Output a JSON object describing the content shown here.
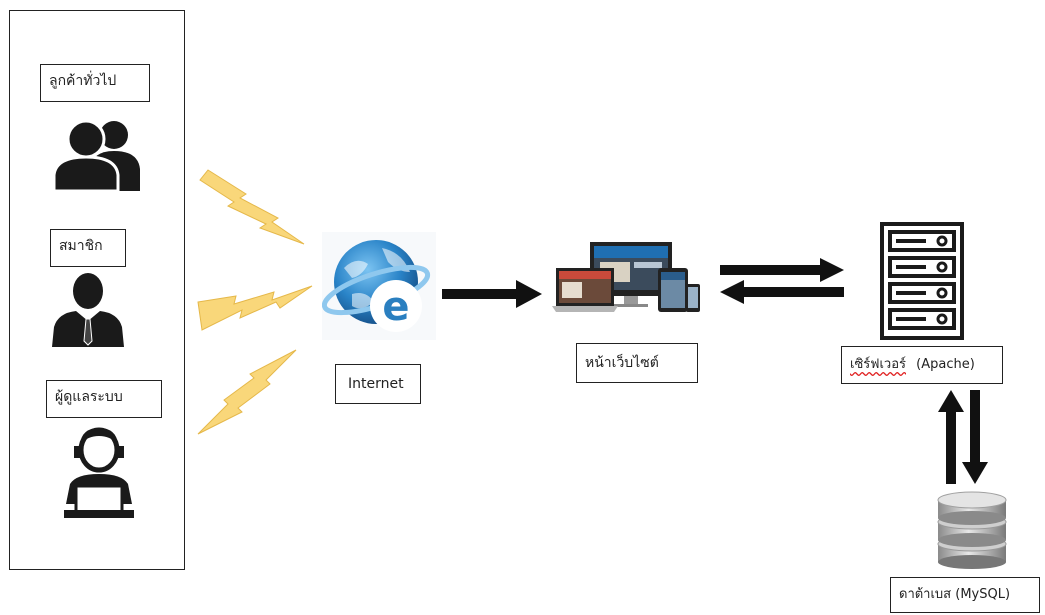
{
  "actors": {
    "customer": "ลูกค้าทั่วไป",
    "member": "สมาชิก",
    "admin": "ผู้ดูแลระบบ"
  },
  "nodes": {
    "internet": "Internet",
    "website": "หน้าเว็บไซต์",
    "server_name": "เซิร์ฟเวอร์",
    "server_tech": "(Apache)",
    "database": "ดาต้าเบส (MySQL)"
  },
  "icons": {
    "customer": "users-group-icon",
    "member": "businessman-icon",
    "admin": "admin-laptop-icon",
    "internet": "internet-explorer-globe-icon",
    "website": "responsive-devices-icon",
    "server": "server-rack-icon",
    "database": "database-cylinder-icon",
    "connection": "lightning-bolt-icon"
  },
  "colors": {
    "lightning": "#f9d77a",
    "globe": "#2a84c8",
    "arrows": "#111111"
  }
}
